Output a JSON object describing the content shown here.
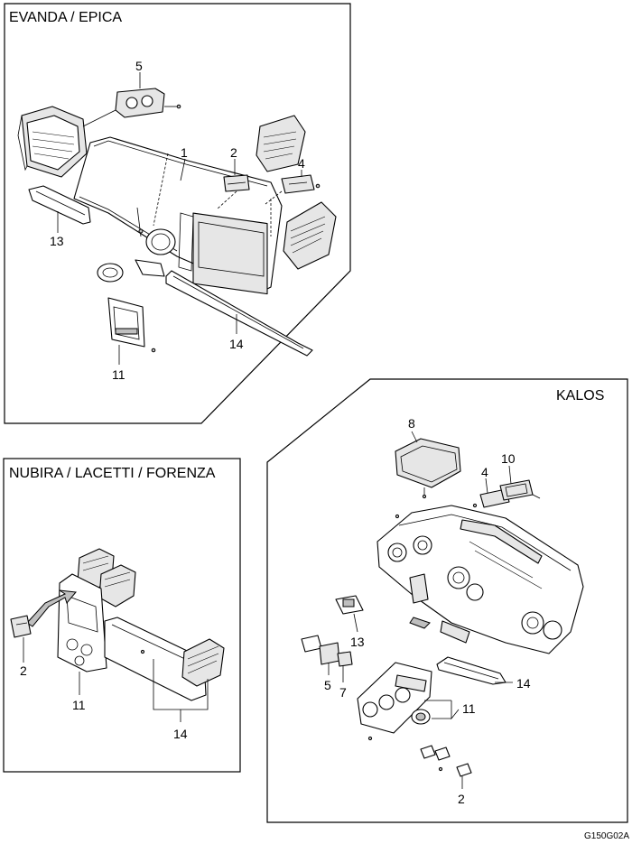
{
  "panels": {
    "evanda": {
      "title": "EVANDA / EPICA",
      "callouts": [
        "5",
        "1",
        "2",
        "4",
        "13",
        "14",
        "11"
      ]
    },
    "nubira": {
      "title": "NUBIRA / LACETTI / FORENZA",
      "callouts": [
        "2",
        "11",
        "14"
      ]
    },
    "kalos": {
      "title": "KALOS",
      "callouts": [
        "8",
        "4",
        "10",
        "13",
        "5",
        "7",
        "14",
        "11",
        "2"
      ]
    }
  },
  "figure_code": "G150G02A"
}
